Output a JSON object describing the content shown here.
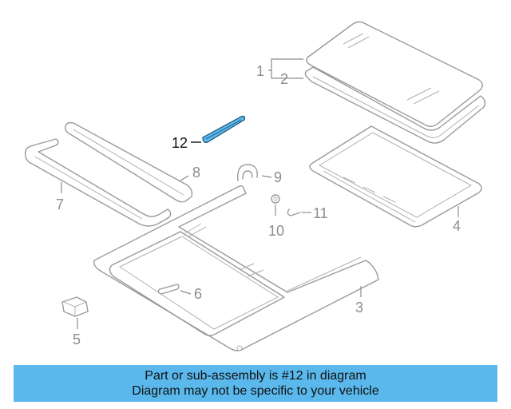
{
  "callouts": {
    "c1": "1",
    "c2": "2",
    "c3": "3",
    "c4": "4",
    "c5": "5",
    "c6": "6",
    "c7": "7",
    "c8": "8",
    "c9": "9",
    "c10": "10",
    "c11": "11",
    "c12": "12"
  },
  "highlight_color": "#5ab8ec",
  "banner": {
    "line1": "Part or sub-assembly is #12 in diagram",
    "line2": "Diagram may not be specific to your vehicle"
  }
}
